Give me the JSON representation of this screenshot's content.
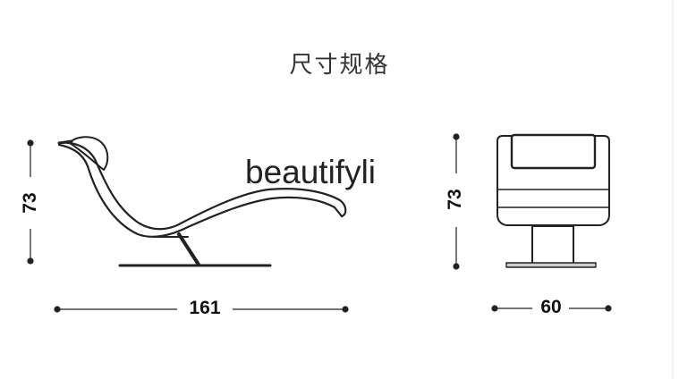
{
  "header": {
    "title": "尺寸规格"
  },
  "watermark": {
    "text": "beautifyli"
  },
  "dimensions": {
    "side_height": "73",
    "side_length": "161",
    "front_height": "73",
    "front_width": "60"
  },
  "colors": {
    "line": "#222222",
    "background": "#ffffff"
  }
}
